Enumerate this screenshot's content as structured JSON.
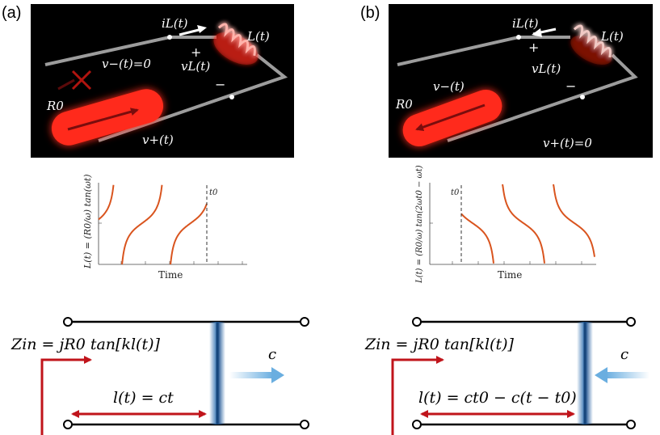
{
  "panels": {
    "a": {
      "label": "(a)"
    },
    "b": {
      "label": "(b)"
    }
  },
  "circuit_a": {
    "current": "iL(t)",
    "inductor": "L(t)",
    "plus": "+",
    "vL": "vL(t)",
    "minus": "−",
    "vminus": "v−(t)=0",
    "R0": "R0",
    "vplus": "v+(t)"
  },
  "circuit_b": {
    "current": "iL(t)",
    "inductor": "L(t)",
    "plus": "+",
    "vL": "vL(t)",
    "minus": "−",
    "vminus": "v−(t)",
    "R0": "R0",
    "vplus": "v+(t)=0"
  },
  "plot_a": {
    "ylabel": "L(t) = (R0/ω) tan(ωt)",
    "xlabel": "Time",
    "marker": "t0"
  },
  "plot_b": {
    "ylabel": "L(t) = (R0/ω) tan(2ωt0 − ωt)",
    "xlabel": "Time",
    "marker": "t0"
  },
  "line_a": {
    "zin": "Zin = jR0 tan[kl(t)]",
    "length": "l(t) = ct",
    "speed": "c"
  },
  "line_b": {
    "zin": "Zin = jR0 tan[kl(t)]",
    "length": "l(t) = ct0 − c(t − t0)",
    "speed": "c"
  },
  "colors": {
    "panel_bg": "#000000",
    "wire": "#9c9c9c",
    "glow_red": "#ff2a1a",
    "curve": "#d9541e",
    "arrow_red": "#c0141b",
    "wall_blue": "#2f6fb0",
    "wave_blue": "#6aaee0"
  }
}
